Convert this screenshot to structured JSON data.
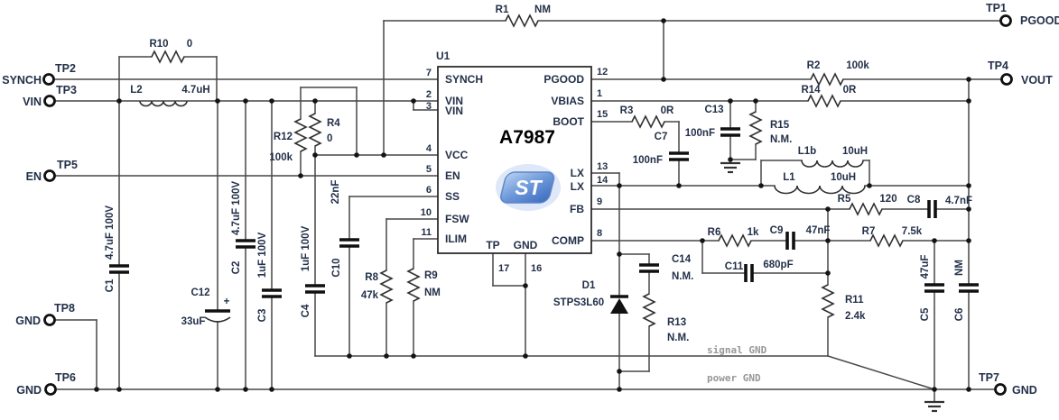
{
  "schematic": {
    "ic": {
      "ref": "U1",
      "part": "A7987",
      "logo_text": "ST",
      "pins_left": [
        {
          "n": "7",
          "l": "SYNCH"
        },
        {
          "n": "2",
          "l": "VIN"
        },
        {
          "n": "3",
          "l": "VIN"
        },
        {
          "n": "4",
          "l": "VCC"
        },
        {
          "n": "5",
          "l": "EN"
        },
        {
          "n": "6",
          "l": "SS"
        },
        {
          "n": "10",
          "l": "FSW"
        },
        {
          "n": "11",
          "l": "ILIM"
        }
      ],
      "pins_right": [
        {
          "n": "12",
          "l": "PGOOD"
        },
        {
          "n": "1",
          "l": "VBIAS"
        },
        {
          "n": "15",
          "l": "BOOT"
        },
        {
          "n": "13",
          "l": "LX"
        },
        {
          "n": "14",
          "l": "LX"
        },
        {
          "n": "9",
          "l": "FB"
        },
        {
          "n": "8",
          "l": "COMP"
        }
      ],
      "pins_bottom": [
        {
          "n": "17",
          "l": "TP"
        },
        {
          "n": "16",
          "l": "GND"
        }
      ]
    },
    "test_points": {
      "tp1": {
        "name": "TP1",
        "net": "PGOOD"
      },
      "tp2": {
        "name": "TP2",
        "net": "SYNCH"
      },
      "tp3": {
        "name": "TP3",
        "net": "VIN"
      },
      "tp4": {
        "name": "TP4",
        "net": "VOUT"
      },
      "tp5": {
        "name": "TP5",
        "net": "EN"
      },
      "tp6": {
        "name": "TP6",
        "net": "GND"
      },
      "tp7": {
        "name": "TP7",
        "net": "GND"
      },
      "tp8": {
        "name": "TP8",
        "net": "GND"
      }
    },
    "resistors": {
      "r1": {
        "ref": "R1",
        "value": "NM"
      },
      "r2": {
        "ref": "R2",
        "value": "100k"
      },
      "r3": {
        "ref": "R3",
        "value": "0R"
      },
      "r4": {
        "ref": "R4",
        "value": "0"
      },
      "r5": {
        "ref": "R5",
        "value": "120"
      },
      "r6": {
        "ref": "R6",
        "value": "1k"
      },
      "r7": {
        "ref": "R7",
        "value": "7.5k"
      },
      "r8": {
        "ref": "R8",
        "value": "47k"
      },
      "r9": {
        "ref": "R9",
        "value": "NM"
      },
      "r10": {
        "ref": "R10",
        "value": "0"
      },
      "r11": {
        "ref": "R11",
        "value": "2.4k"
      },
      "r12": {
        "ref": "R12",
        "value": "100k"
      },
      "r13": {
        "ref": "R13",
        "value": "N.M."
      },
      "r14": {
        "ref": "R14",
        "value": "0R"
      },
      "r15": {
        "ref": "R15",
        "value": "N.M."
      }
    },
    "capacitors": {
      "c1": {
        "ref": "C1",
        "value": "4.7uF 100V"
      },
      "c2": {
        "ref": "C2",
        "value": "4.7uF 100V"
      },
      "c3": {
        "ref": "C3",
        "value": "1uF 100V"
      },
      "c4": {
        "ref": "C4",
        "value": "1uF 100V"
      },
      "c5": {
        "ref": "C5",
        "value": "47uF"
      },
      "c6": {
        "ref": "C6",
        "value": "NM"
      },
      "c7": {
        "ref": "C7",
        "value": "100nF"
      },
      "c8": {
        "ref": "C8",
        "value": "4.7nF"
      },
      "c9": {
        "ref": "C9",
        "value": "47nF"
      },
      "c10": {
        "ref": "C10",
        "value": "22nF"
      },
      "c11": {
        "ref": "C11",
        "value": "680pF"
      },
      "c12": {
        "ref": "C12",
        "value": "33uF",
        "polarity": "+"
      },
      "c13": {
        "ref": "C13",
        "value": "100nF"
      },
      "c14": {
        "ref": "C14",
        "value": "N.M."
      }
    },
    "inductors": {
      "l1": {
        "ref": "L1",
        "value": "10uH"
      },
      "l1b": {
        "ref": "L1b",
        "value": "10uH"
      },
      "l2": {
        "ref": "L2",
        "value": "4.7uH"
      }
    },
    "diodes": {
      "d1": {
        "ref": "D1",
        "value": "STPS3L60"
      }
    },
    "gnd_labels": {
      "signal": "signal GND",
      "power": "power GND"
    }
  }
}
